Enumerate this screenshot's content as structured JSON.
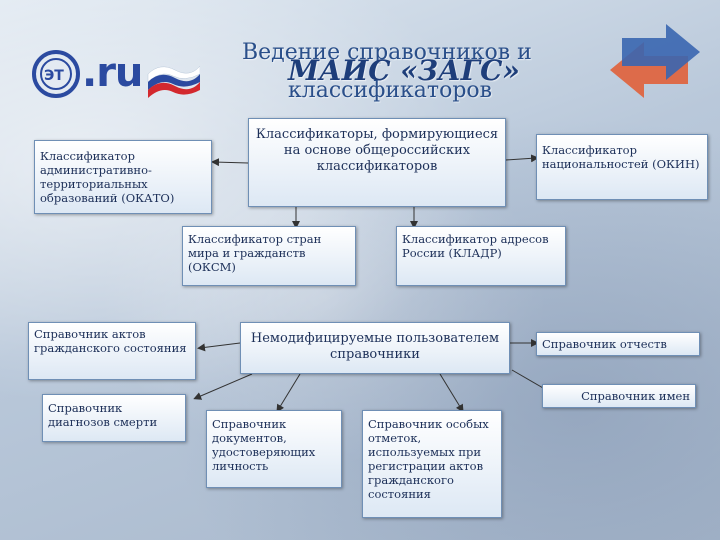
{
  "title": {
    "line1": "Ведение справочников и",
    "line2": "классификаторов",
    "overlay": "МАИС «ЗАГС»"
  },
  "logo": {
    "text": ".ru"
  },
  "nodes": {
    "okato": "Классификатор административно-территориальных образований (ОКАТО)",
    "main_classifiers": "Классификаторы, формирующиеся на основе общероссийских классификаторов",
    "okin": "Классификатор национальностей (ОКИН)",
    "oksm": "Классификатор стран мира и гражданств (ОКСМ)",
    "kladr": "Классификатор адресов России (КЛАДР)",
    "acts": "Справочник актов гражданского состояния",
    "unmodifiable": "Немодифицируемые пользователем справочники",
    "patronymics": "Справочник отчеств",
    "names": "Справочник имен",
    "death_diagnoses": "Справочник диагнозов смерти",
    "id_documents": "Справочник документов, удостоверяющих личность",
    "special_marks": "Справочник особых отметок, используемых при регистрации актов гражданского состояния"
  },
  "colors": {
    "title": "#2a4f8a",
    "box_border": "#6f8fb5",
    "box_text": "#1c2f58",
    "logo_blue": "#2b4aa0",
    "flag_red": "#d3282e",
    "arrow_blue": "#3a66b0",
    "arrow_red": "#e0603a"
  }
}
